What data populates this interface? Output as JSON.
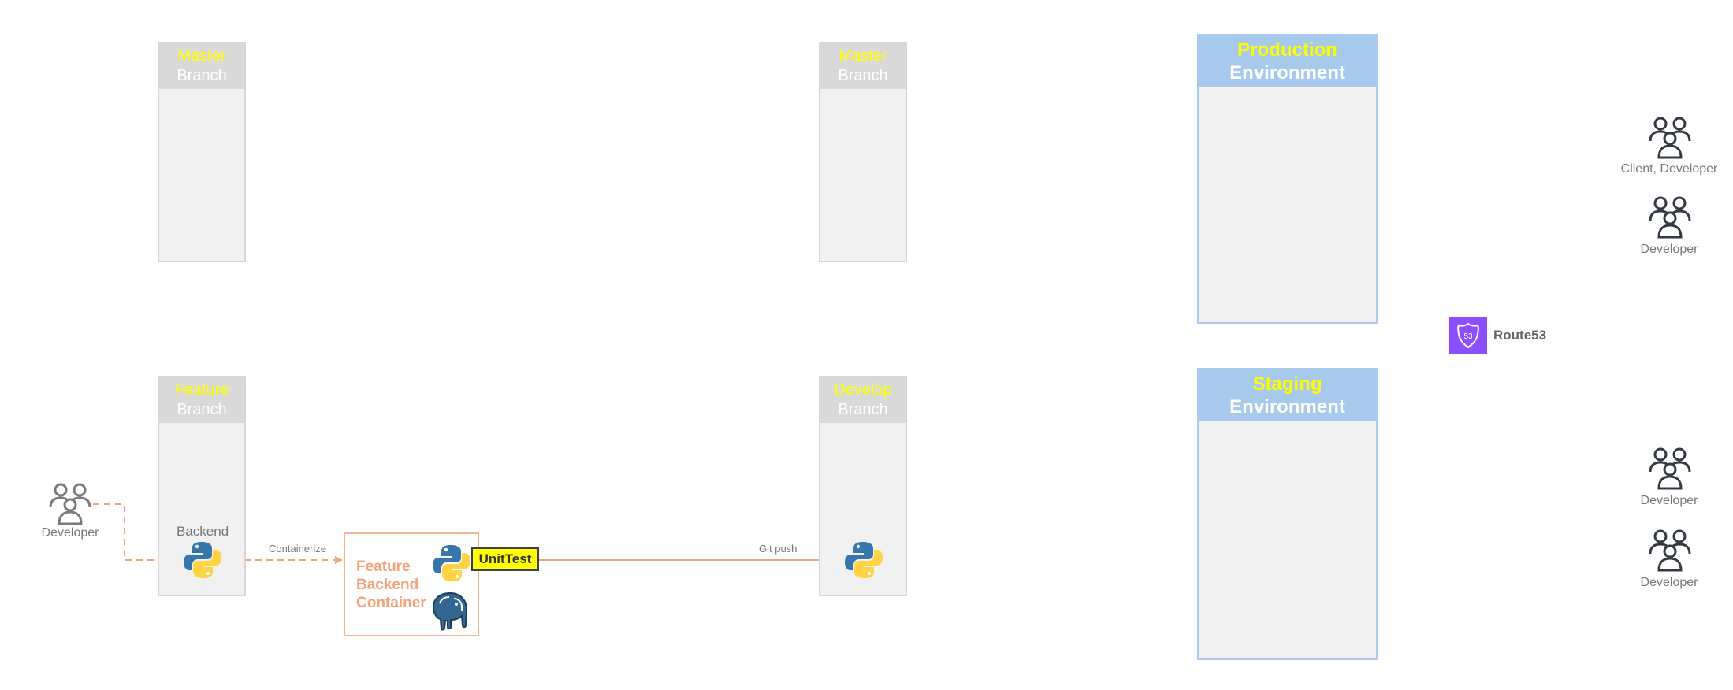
{
  "branches": {
    "master_left": {
      "line1": "Master",
      "line2": "Branch"
    },
    "master_right": {
      "line1": "Master",
      "line2": "Branch"
    },
    "feature": {
      "line1": "Feature",
      "line2": "Branch"
    },
    "develop": {
      "line1": "Develop",
      "line2": "Branch"
    }
  },
  "environments": {
    "production": {
      "line1": "Production",
      "line2": "Environment"
    },
    "staging": {
      "line1": "Staging",
      "line2": "Environment"
    }
  },
  "actors": {
    "left_developer": "Developer",
    "client_developer": "Client, Developer",
    "developer_top": "Developer",
    "developer_bottom_1": "Developer",
    "developer_bottom_2": "Developer"
  },
  "labels": {
    "backend": "Backend",
    "containerize": "Containerize",
    "git_push": "Git push",
    "unittest": "UnitTest",
    "container_line1": "Feature",
    "container_line2": "Backend",
    "container_line3": "Container",
    "route53": "Route53"
  },
  "colors": {
    "branch_title": "#ffff00",
    "env_header": "#a6c9ec",
    "flow_line": "#f4a27a",
    "route53": "#8c4fff",
    "python_blue": "#3776ab",
    "python_yellow": "#ffd343"
  },
  "icons": {
    "people": "people-group-icon",
    "python": "python-icon",
    "postgres": "postgresql-elephant-icon",
    "route53": "route53-shield-icon"
  }
}
